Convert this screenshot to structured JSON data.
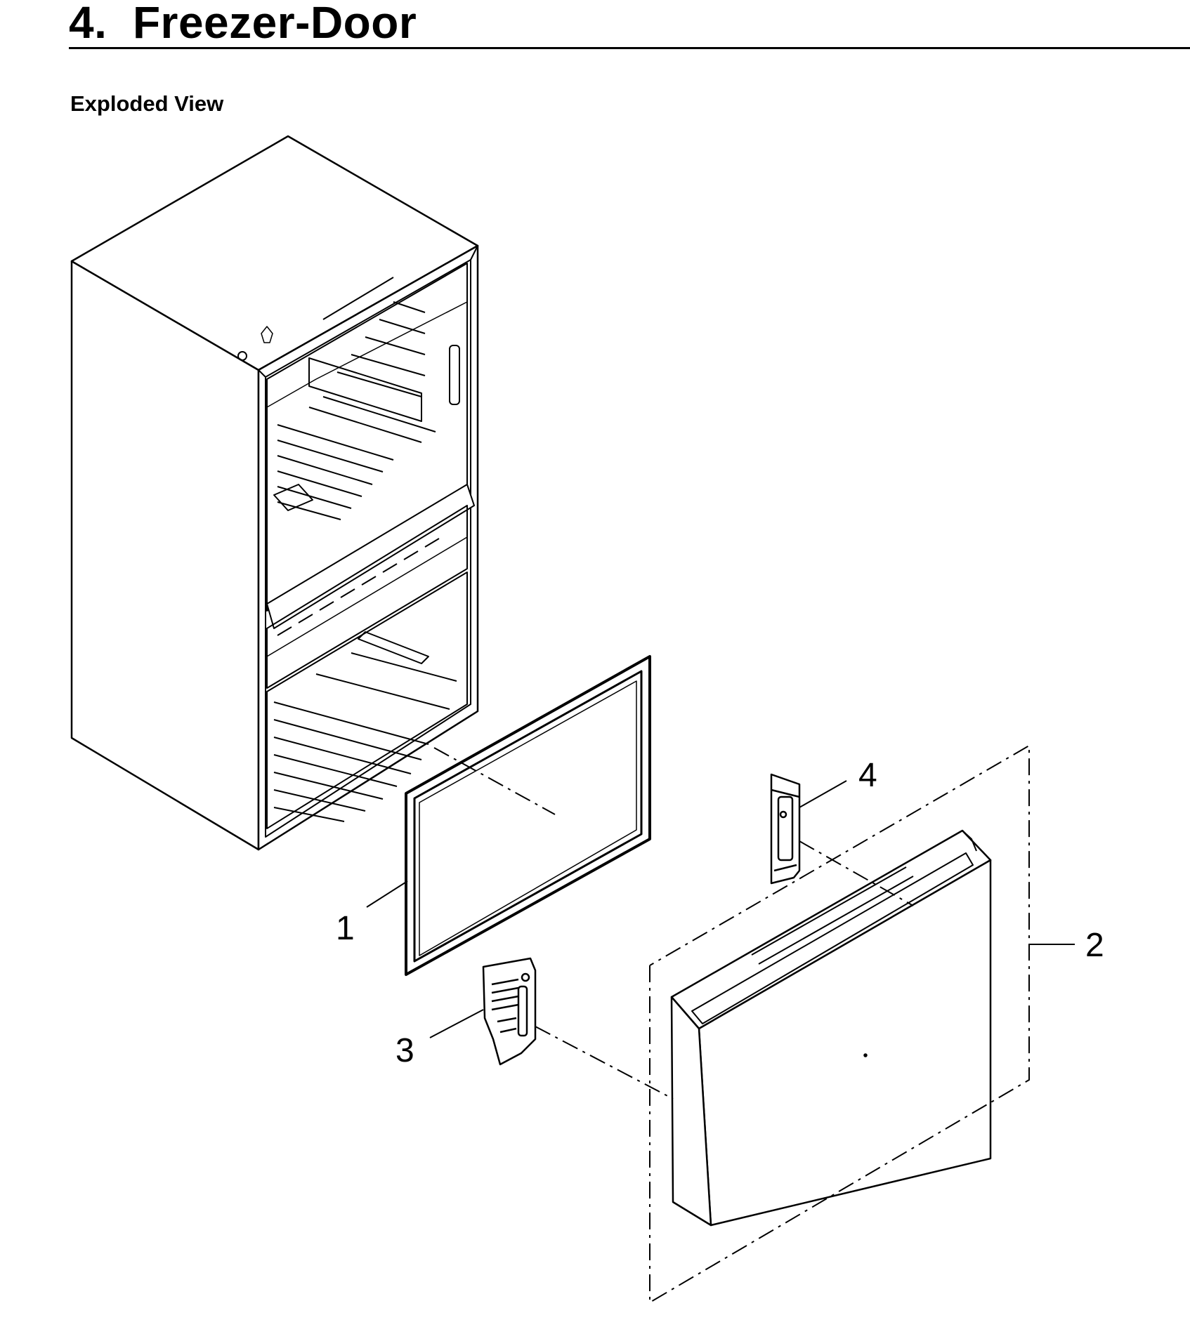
{
  "section": {
    "title": "4.  Freezer-Door",
    "subtitle": "Exploded View"
  },
  "callouts": [
    {
      "number": "1",
      "part": "door-gasket"
    },
    {
      "number": "2",
      "part": "freezer-door-assembly"
    },
    {
      "number": "3",
      "part": "left-hinge-bracket"
    },
    {
      "number": "4",
      "part": "right-hinge-bracket"
    }
  ]
}
